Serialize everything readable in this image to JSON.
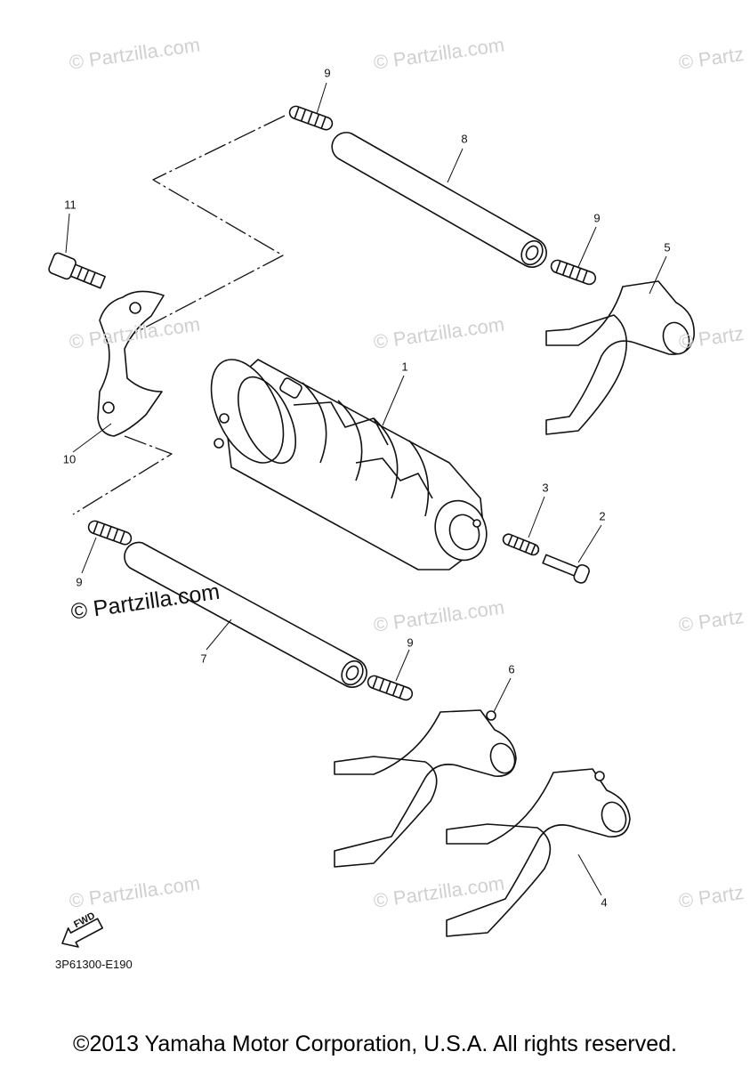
{
  "watermarks": [
    "© Partzilla.com",
    "© Partzilla.com",
    "© Partz",
    "© Partzilla.com",
    "© Partzilla.com",
    "© Partz",
    "© Partzilla.com",
    "© Partz",
    "© Partzilla.com",
    "© Partzilla.com",
    "© Partz"
  ],
  "main_watermark": "© Partzilla.com",
  "callouts": [
    "9",
    "8",
    "11",
    "9",
    "5",
    "1",
    "10",
    "3",
    "2",
    "9",
    "7",
    "9",
    "6",
    "4"
  ],
  "fwd_label": "FWD",
  "diagram_code": "3P61300-E190",
  "copyright": "©2013 Yamaha Motor Corporation, U.S.A. All rights reserved."
}
